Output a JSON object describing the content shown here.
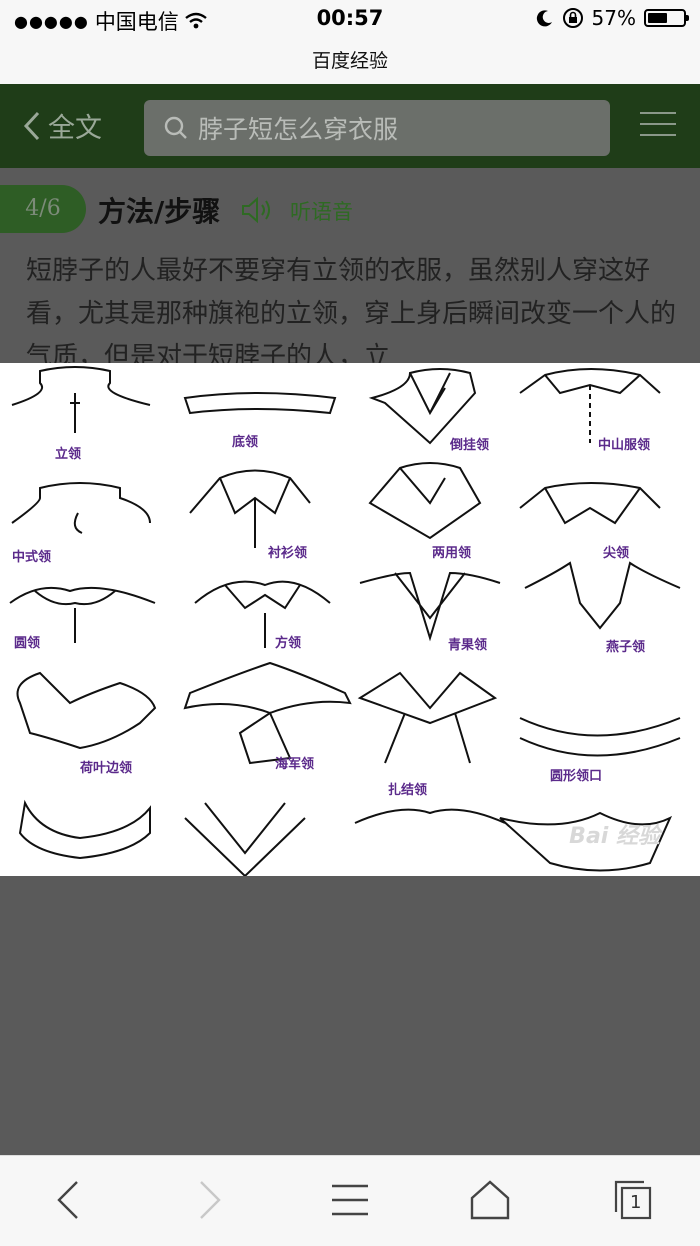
{
  "status": {
    "carrier": "中国电信",
    "time": "00:57",
    "battery": "57%",
    "battery_level": 0.57
  },
  "url_title": "百度经验",
  "appbar": {
    "back_label": "全文",
    "search_text": "脖子短怎么穿衣服"
  },
  "step": {
    "badge": "4/6",
    "title": "方法/步骤",
    "listen": "听语音",
    "text": "短脖子的人最好不要穿有立领的衣服，虽然别人穿这好看，尤其是那种旗袍的立领，穿上身后瞬间改变一个人的气质，但是对于短脖子的人，立"
  },
  "collar_labels": [
    "立领",
    "底领",
    "倒挂领",
    "中山服领",
    "中式领",
    "衬衫领",
    "两用领",
    "尖领",
    "圆领",
    "方领",
    "青果领",
    "燕子领",
    "荷叶边领",
    "海军领",
    "扎结领",
    "圆形领口"
  ],
  "watermark": "Bai 经验",
  "toolbar": {
    "tab_count": "1"
  }
}
